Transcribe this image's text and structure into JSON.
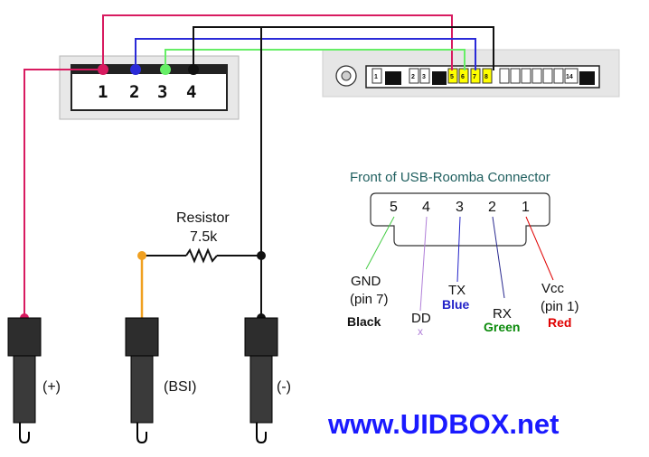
{
  "usb_pins": [
    "1",
    "2",
    "3",
    "4"
  ],
  "roomba_pins": {
    "p1": "1",
    "p2": "2",
    "p3": "3",
    "p5": "5",
    "p6": "6",
    "p7": "7",
    "p8": "8",
    "p14": "14"
  },
  "connector": {
    "title": "Front of USB-Roomba Connector",
    "pins": [
      "5",
      "4",
      "3",
      "2",
      "1"
    ],
    "gnd": {
      "name": "GND",
      "pin": "(pin 7)",
      "color_name": "Black",
      "color": "#000000"
    },
    "dd": {
      "name": "DD",
      "mark": "x",
      "color": "#b07fd8"
    },
    "tx": {
      "name": "TX",
      "color_name": "Blue",
      "color": "#2323c8"
    },
    "rx": {
      "name": "RX",
      "color_name": "Green",
      "color": "#0a8a0a"
    },
    "vcc": {
      "name": "Vcc",
      "pin": "(pin 1)",
      "color_name": "Red",
      "color": "#e00000"
    }
  },
  "resistor": {
    "label": "Resistor",
    "value": "7.5k"
  },
  "plugs": {
    "plus": "(+)",
    "bsi": "(BSI)",
    "minus": "(-)"
  },
  "website": "www.UIDBOX.net",
  "wire_colors": {
    "red": "#d81b60",
    "blue": "#2a2ad8",
    "green": "#66ee66",
    "black": "#111111",
    "orange": "#f0a020"
  }
}
